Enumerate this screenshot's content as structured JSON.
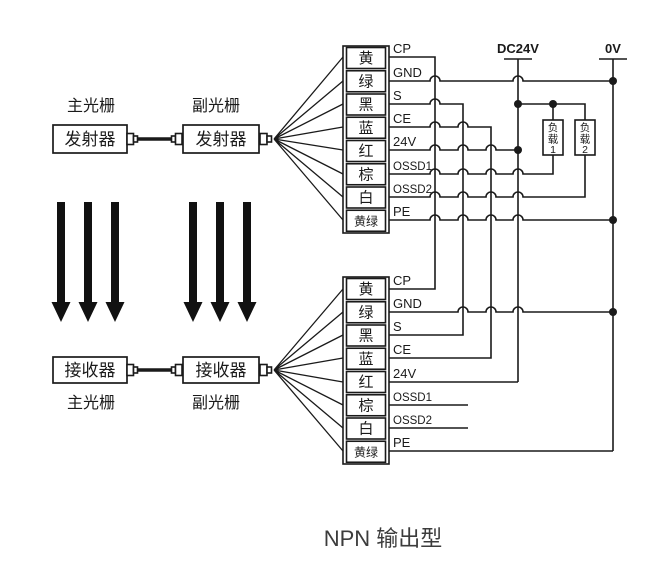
{
  "title": "NPN 输出型",
  "labels": {
    "main_grating": "主光栅",
    "sub_grating": "副光栅",
    "transmitter": "发射器",
    "receiver": "接收器"
  },
  "power": {
    "positive": "DC24V",
    "negative": "0V"
  },
  "terminals": {
    "wire_colors": [
      "黄",
      "绿",
      "黑",
      "蓝",
      "红",
      "棕",
      "白",
      "黄绿"
    ],
    "signals": [
      "CP",
      "GND",
      "S",
      "CE",
      "24V",
      "OSSD1",
      "OSSD2",
      "PE"
    ]
  },
  "loads": [
    {
      "label": "负载1",
      "chars": [
        "负",
        "载",
        "1"
      ]
    },
    {
      "label": "负载2",
      "chars": [
        "负",
        "载",
        "2"
      ]
    }
  ],
  "colors": {
    "line": "#1a1a1a",
    "caption": "#3c3c3c",
    "background": "#ffffff"
  }
}
